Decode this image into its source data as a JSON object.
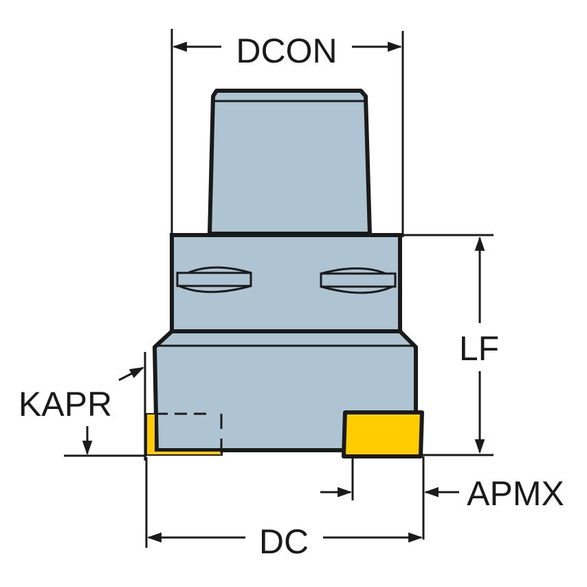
{
  "diagram": {
    "type": "milling-cutter-dimension-drawing",
    "colors": {
      "body": "#aec4d3",
      "insert": "#ffcc00",
      "outline": "#1a1a1a",
      "background": "#ffffff"
    },
    "labels": {
      "dcon": "DCON",
      "lf": "LF",
      "kapr": "KAPR",
      "apmx": "APMX",
      "dc": "DC"
    }
  }
}
